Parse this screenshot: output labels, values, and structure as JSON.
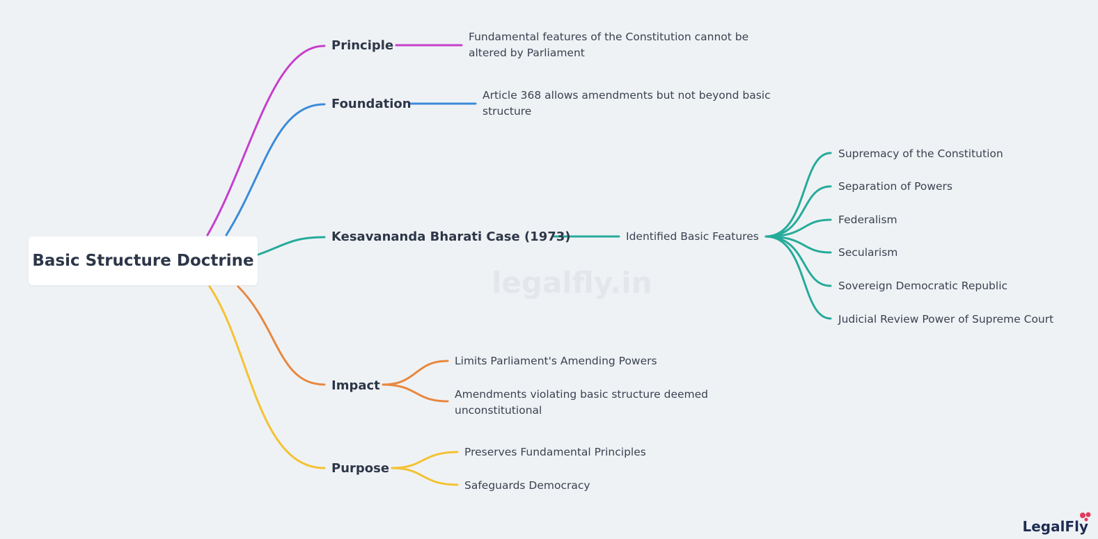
{
  "root": {
    "label": "Basic Structure Doctrine"
  },
  "branches": [
    {
      "label": "Principle",
      "color": "#c63fcc",
      "children": [
        "Fundamental features of the Constitution cannot be altered by Parliament"
      ]
    },
    {
      "label": "Foundation",
      "color": "#3b8bd9",
      "children": [
        "Article 368 allows amendments but not beyond basic structure"
      ]
    },
    {
      "label": "Kesavananda Bharati Case (1973)",
      "color": "#26ab9a",
      "children": [
        {
          "label": "Identified Basic Features",
          "children": [
            "Supremacy of the Constitution",
            "Separation of Powers",
            "Federalism",
            "Secularism",
            "Sovereign Democratic Republic",
            "Judicial Review Power of Supreme Court"
          ]
        }
      ]
    },
    {
      "label": "Impact",
      "color": "#e8873e",
      "children": [
        "Limits Parliament's Amending Powers",
        "Amendments violating basic structure deemed unconstitutional"
      ]
    },
    {
      "label": "Purpose",
      "color": "#f4c232",
      "children": [
        "Preserves Fundamental Principles",
        "Safeguards Democracy"
      ]
    }
  ],
  "watermark": "legalfly.in",
  "brand": {
    "logo_text": "LegalFly",
    "accent": "#e23b5b"
  }
}
